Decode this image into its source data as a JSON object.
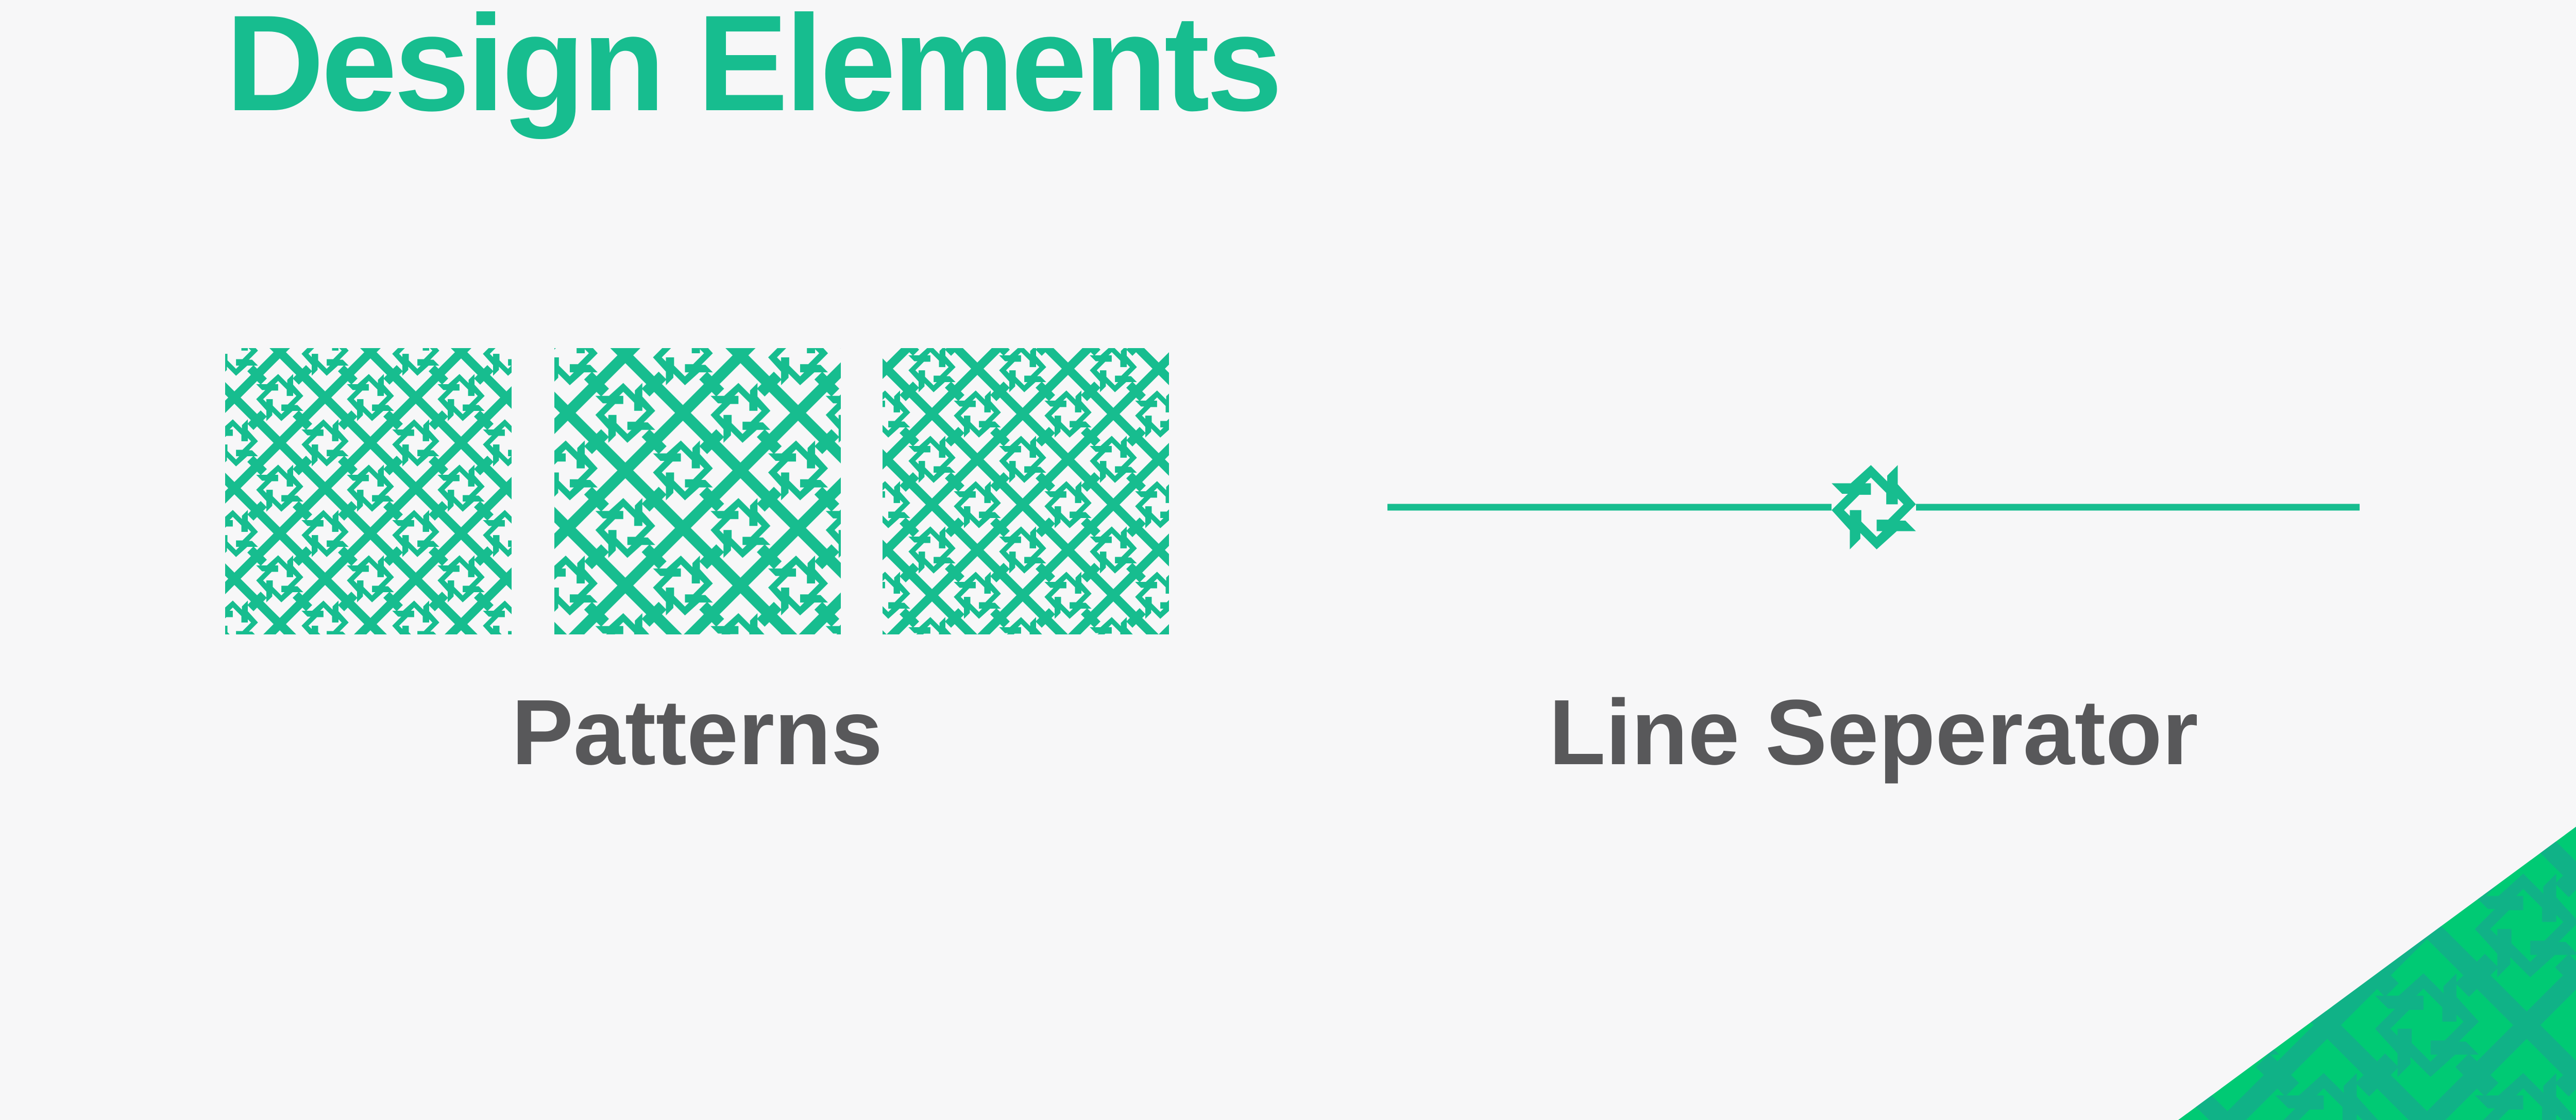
{
  "slide": {
    "title": "Design Elements",
    "patterns_caption": "Patterns",
    "separator_caption": "Line Seperator"
  },
  "decor": {
    "pattern_swatches": [
      {
        "name": "star-lattice-pattern-small"
      },
      {
        "name": "star-lattice-pattern-medium"
      },
      {
        "name": "star-lattice-pattern-offset"
      }
    ],
    "separator": {
      "style": "thin horizontal rule with eight-point star ornament at center"
    },
    "corner": {
      "style": "bottom-right diagonal triangle filled with enlarged star-lattice pattern"
    }
  },
  "colors": {
    "background": "#F7F7F8",
    "brand_green": "#17BD8F",
    "corner_green": "#00CA74",
    "corner_pattern_green": "#10B287",
    "label_gray": "#58585A"
  }
}
